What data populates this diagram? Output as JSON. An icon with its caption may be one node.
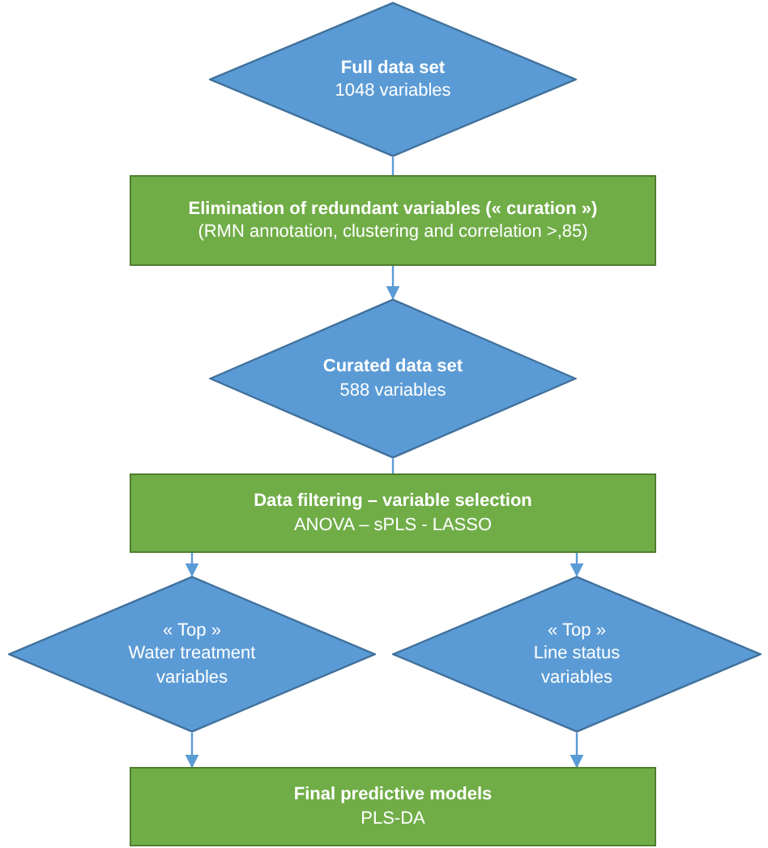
{
  "diagram": {
    "nodes": [
      {
        "text": [
          "Full data set",
          "1048 variables"
        ]
      },
      {
        "text": [
          "Elimination of redundant variables (« curation »)",
          "(RMN annotation, clustering and correlation >,85)"
        ]
      },
      {
        "text": [
          "Curated data set",
          "588 variables"
        ]
      },
      {
        "text": [
          "Data filtering – variable selection",
          "ANOVA – sPLS - LASSO"
        ]
      },
      {
        "text": [
          "« Top »",
          "Water treatment variables"
        ]
      },
      {
        "text": [
          "« Top »",
          "Line status variables"
        ]
      },
      {
        "text": [
          "Final predictive models",
          "PLS-DA"
        ]
      }
    ],
    "edges": [
      {
        "from": 0,
        "to": 1,
        "arrow": "none"
      },
      {
        "from": 1,
        "to": 2,
        "arrow": "to"
      },
      {
        "from": 2,
        "to": 3,
        "arrow": "none"
      },
      {
        "from": 3,
        "to": 4,
        "arrow": "to"
      },
      {
        "from": 3,
        "to": 5,
        "arrow": "to"
      },
      {
        "from": 4,
        "to": 6,
        "arrow": "to"
      },
      {
        "from": 5,
        "to": 6,
        "arrow": "to"
      }
    ]
  }
}
